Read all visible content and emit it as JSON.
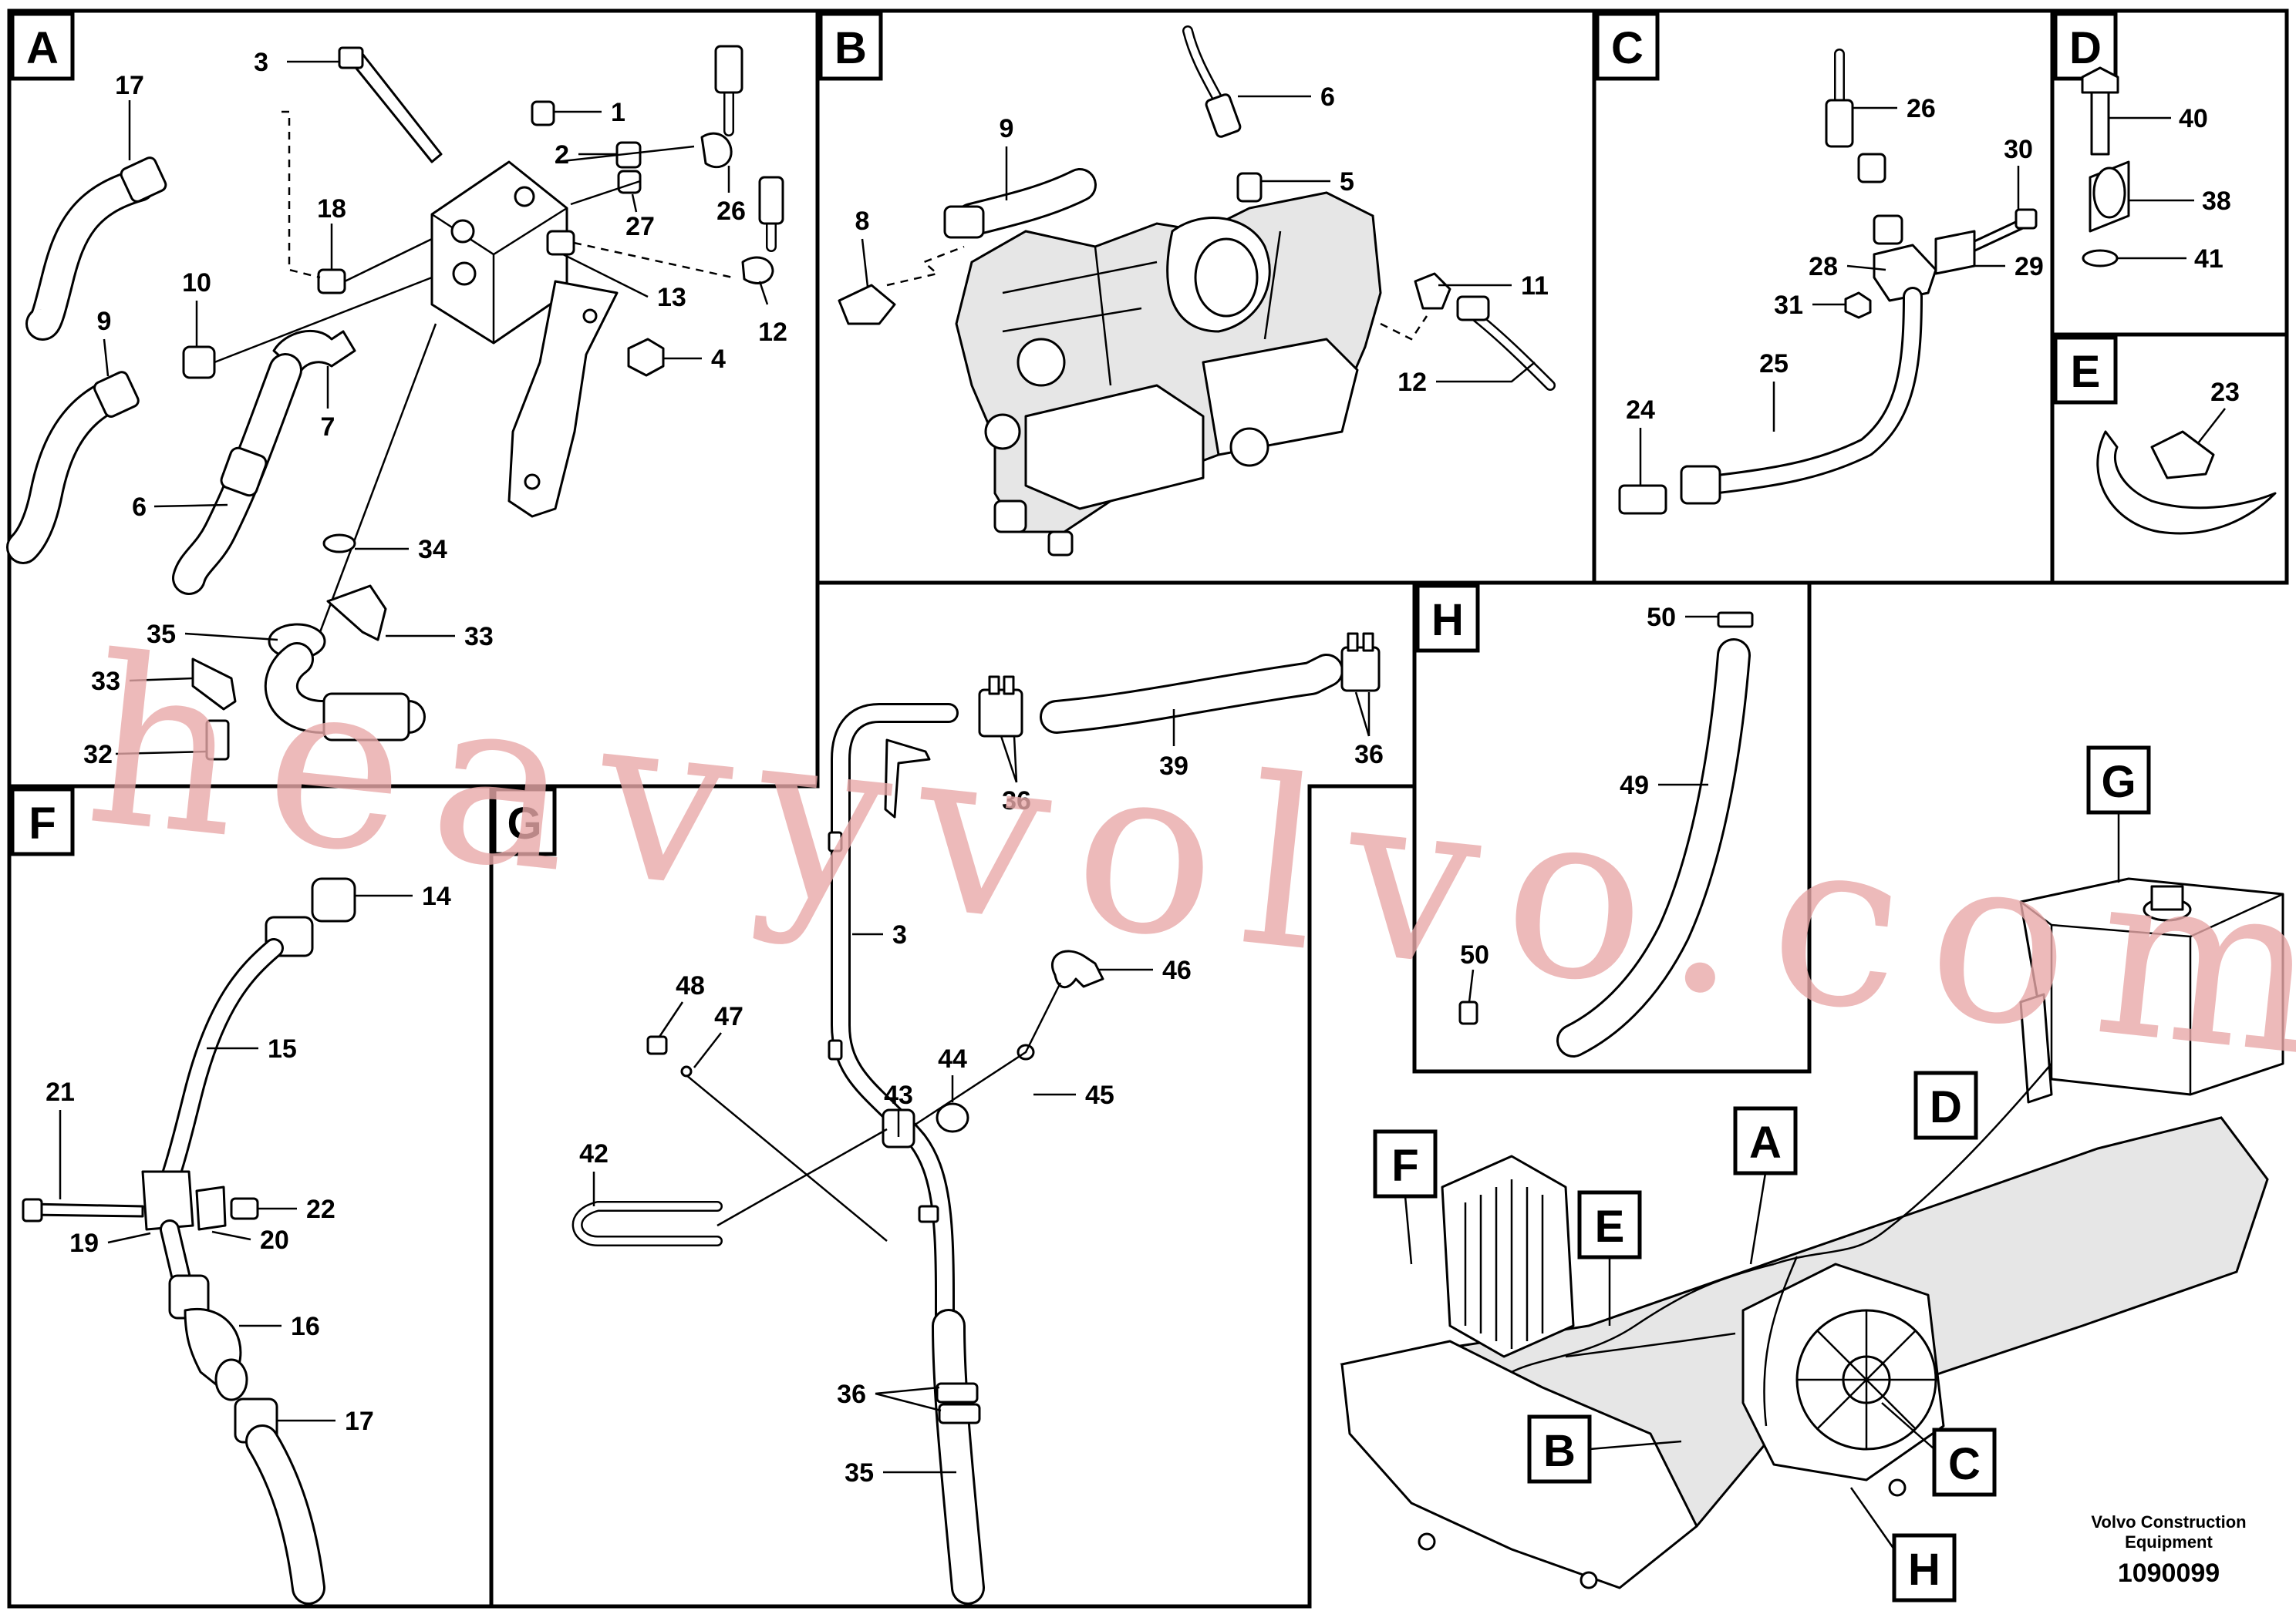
{
  "diagram": {
    "panels": [
      "A",
      "B",
      "C",
      "D",
      "E",
      "F",
      "G",
      "H"
    ],
    "overview_letters": [
      "G",
      "D",
      "A",
      "F",
      "E",
      "B",
      "C",
      "H"
    ],
    "callouts": {
      "A": [
        "3",
        "1",
        "2",
        "17",
        "18",
        "27",
        "26",
        "10",
        "13",
        "12",
        "9",
        "7",
        "4",
        "6",
        "34",
        "35",
        "33",
        "33",
        "32"
      ],
      "B": [
        "6",
        "9",
        "5",
        "8",
        "11",
        "12"
      ],
      "C": [
        "26",
        "30",
        "28",
        "29",
        "31",
        "25",
        "24"
      ],
      "D": [
        "40",
        "38",
        "41"
      ],
      "E": [
        "23"
      ],
      "F": [
        "14",
        "15",
        "21",
        "22",
        "19",
        "20",
        "16",
        "17"
      ],
      "G": [
        "36",
        "39",
        "36",
        "3",
        "46",
        "48",
        "47",
        "44",
        "43",
        "45",
        "42",
        "36",
        "35"
      ],
      "H": [
        "50",
        "49",
        "50"
      ]
    },
    "footer": {
      "brand_line1": "Volvo Construction",
      "brand_line2": "Equipment",
      "drawing_number": "1090099"
    },
    "watermark": "heavyvolvo.com"
  }
}
